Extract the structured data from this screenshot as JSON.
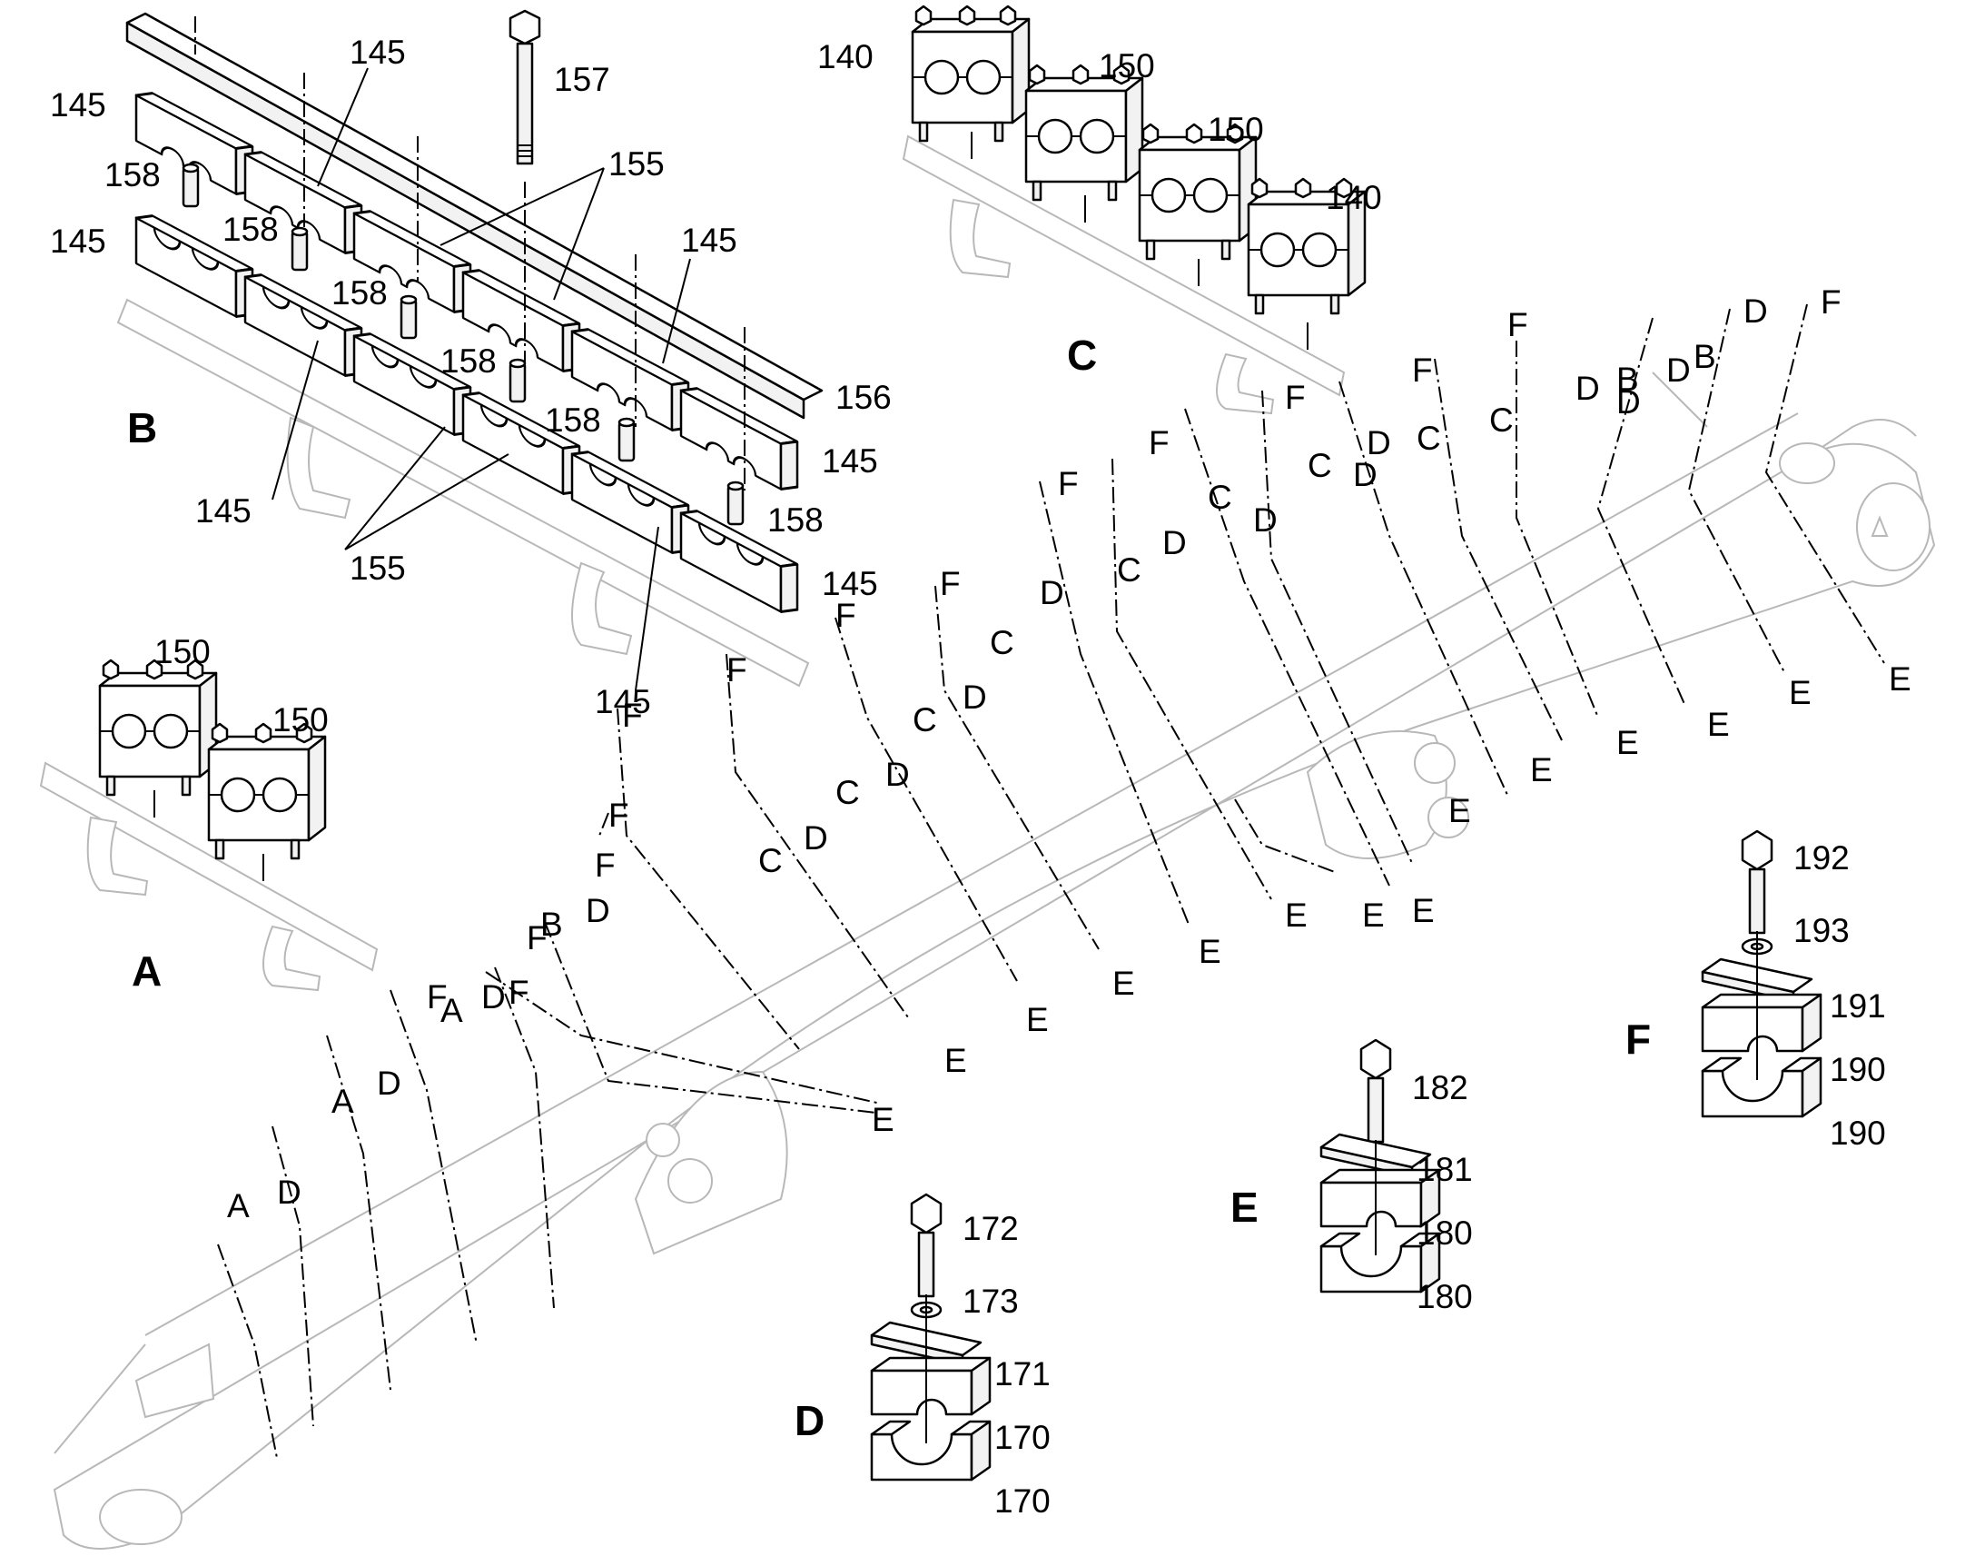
{
  "groups": {
    "A": "A",
    "B": "B",
    "C": "C",
    "D": "D",
    "E": "E",
    "F": "F"
  },
  "group_B": {
    "labels": [
      "145",
      "145",
      "145",
      "145",
      "145",
      "145",
      "145",
      "145",
      "157",
      "158",
      "158",
      "158",
      "158",
      "158",
      "158",
      "155",
      "155",
      "156"
    ]
  },
  "group_C": {
    "labels": [
      "140",
      "150",
      "150",
      "140"
    ]
  },
  "group_A": {
    "labels": [
      "150",
      "150"
    ]
  },
  "group_D": {
    "labels": [
      "172",
      "173",
      "171",
      "170",
      "170"
    ]
  },
  "group_E": {
    "labels": [
      "182",
      "181",
      "180",
      "180"
    ]
  },
  "group_F": {
    "labels": [
      "192",
      "193",
      "191",
      "190",
      "190"
    ]
  },
  "boom_letters": [
    "F",
    "D",
    "B",
    "D",
    "B",
    "D",
    "D",
    "F",
    "C",
    "F",
    "C",
    "D",
    "C",
    "D",
    "F",
    "C",
    "D",
    "F",
    "C",
    "D",
    "F",
    "C",
    "D",
    "F",
    "C",
    "D",
    "F",
    "C",
    "D",
    "F",
    "C",
    "D",
    "F",
    "B",
    "D",
    "A",
    "D",
    "A",
    "D",
    "A",
    "D",
    "F",
    "F",
    "F",
    "F",
    "F",
    "E",
    "E",
    "E",
    "E",
    "E",
    "E",
    "E",
    "E",
    "E",
    "E",
    "E",
    "E",
    "E",
    "E"
  ]
}
